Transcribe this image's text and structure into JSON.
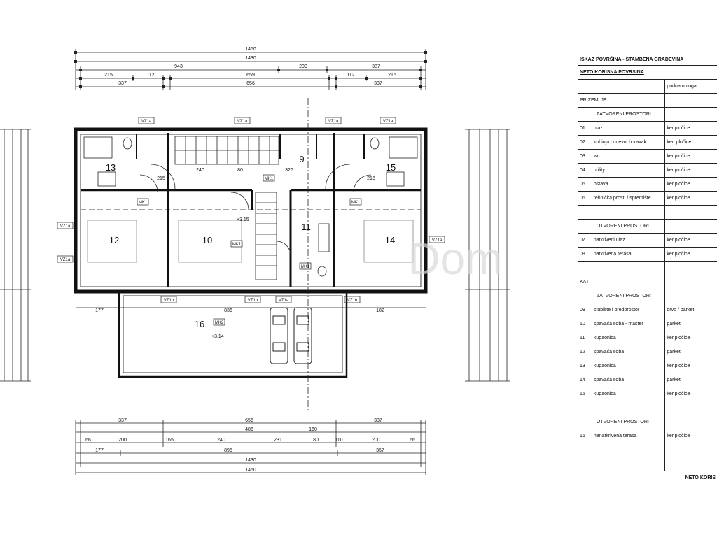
{
  "top_dims": {
    "overall_1": "1450",
    "overall_2": "1430",
    "row2": [
      "943",
      "200",
      "387"
    ],
    "row3": [
      "215",
      "112",
      "659",
      "112",
      "215"
    ],
    "row4": [
      "337",
      "656",
      "337"
    ]
  },
  "bottom_dims": {
    "row1": [
      "337",
      "656",
      "337"
    ],
    "row2": [
      "486",
      "160"
    ],
    "row3": [
      "66",
      "200",
      "165",
      "240",
      "231",
      "80",
      "110",
      "200",
      "66"
    ],
    "row4": [
      "177",
      "895",
      "357"
    ],
    "overall_2": "1430",
    "overall_1": "1450"
  },
  "inner_dims": {
    "d240": "240",
    "d80": "80",
    "d326": "326",
    "d177": "177",
    "d836": "836",
    "d182": "182",
    "d215a": "215",
    "d215b": "215"
  },
  "levels": {
    "upper": "+3.15",
    "terrace": "+3.14"
  },
  "rooms": [
    "9",
    "10",
    "11",
    "12",
    "13",
    "14",
    "15",
    "16"
  ],
  "tags": {
    "vz": "VZ1a",
    "vz_b": "VZ1b",
    "mk": "MK1",
    "mk2": "MK2"
  },
  "watermark": "Dom",
  "table": {
    "title": "ISKAZ POVRŠINA - STAMBENA GRAĐEVINA",
    "subtitle": "NETO KORISNA POVRŠINA",
    "col_floor": "podna obloga",
    "prizemlje": "PRIZEMLJE",
    "closed_1": "ZATVORENI PROSTORI",
    "ground_rows": [
      {
        "n": "01",
        "name": "ulaz",
        "floor": "ker.pločice"
      },
      {
        "n": "02",
        "name": "kuhinja i dnevni boravak",
        "floor": "ker. pločice"
      },
      {
        "n": "03",
        "name": "wc",
        "floor": "ker.pločice"
      },
      {
        "n": "04",
        "name": "utility",
        "floor": "ker.pločice"
      },
      {
        "n": "05",
        "name": "ostava",
        "floor": "ker.pločice"
      },
      {
        "n": "06",
        "name": "tehnička prost. / spremište",
        "floor": "ker.pločice"
      }
    ],
    "open_1": "OTVORENI PROSTORI",
    "ground_open_rows": [
      {
        "n": "07",
        "name": "natkriveni ulaz",
        "floor": "ker.pločice"
      },
      {
        "n": "08",
        "name": "natkrivena terasa",
        "floor": "ker.pločice"
      }
    ],
    "kat": "KAT",
    "closed_2": "ZATVORENI PROSTORI",
    "floor_rows": [
      {
        "n": "09",
        "name": "stubište i predprostor",
        "floor": "drvo / parket"
      },
      {
        "n": "10",
        "name": "spavaća soba - master",
        "floor": "parket"
      },
      {
        "n": "11",
        "name": "kupaonica",
        "floor": "ker.pločice"
      },
      {
        "n": "12",
        "name": "spavaća soba",
        "floor": "parket"
      },
      {
        "n": "13",
        "name": "kupaonica",
        "floor": "ker.pločice"
      },
      {
        "n": "14",
        "name": "spavaća soba",
        "floor": "parket"
      },
      {
        "n": "15",
        "name": "kupaonica",
        "floor": "ker.pločice"
      }
    ],
    "open_2": "OTVORENI PROSTORI",
    "floor_open_rows": [
      {
        "n": "16",
        "name": "nenatkrivena terasa",
        "floor": "ker.pločice"
      }
    ],
    "footer": "NETO KORIS"
  }
}
